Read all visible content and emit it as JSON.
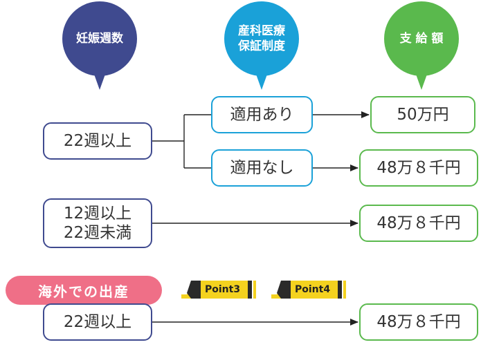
{
  "headers": {
    "weeks": "妊娠週数",
    "system": "産科医療\n保証制度",
    "amount": "支 給 額"
  },
  "colors": {
    "weeks_header": "#3f4a8f",
    "system_header": "#1aa1d8",
    "amount_header": "#5ab94d",
    "overseas_pill": "#ef6f87",
    "marker": "#f4d21f"
  },
  "rows": {
    "row1_weeks": "22週以上",
    "applied": "適用あり",
    "applied_amount": "50万円",
    "not_applied": "適用なし",
    "not_applied_amount": "48万８千円",
    "row2_weeks": "12週以上\n22週未満",
    "row2_amount": "48万８千円"
  },
  "overseas": {
    "label": "海外での出産",
    "markers": [
      "Point3",
      "Point4"
    ],
    "weeks": "22週以上",
    "amount": "48万８千円"
  }
}
